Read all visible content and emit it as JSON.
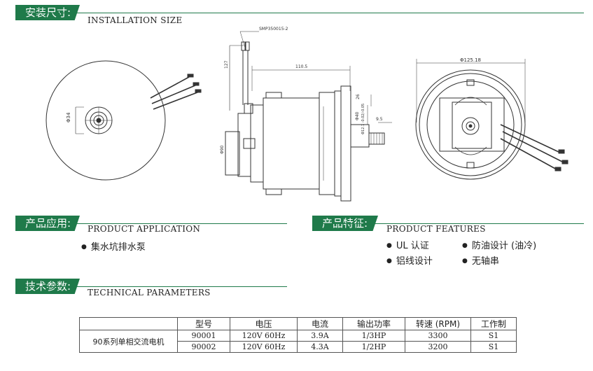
{
  "sections": {
    "installation": {
      "cn": "安装尺寸:",
      "en": "INSTALLATION SIZE"
    },
    "application": {
      "cn": "产品应用:",
      "en": "PRODUCT APPLICATION",
      "items": [
        "集水坑排水泵"
      ]
    },
    "features": {
      "cn": "产品特征:",
      "en": "PRODUCT FEATURES",
      "items": [
        "UL 认证",
        "防油设计 (油冷)",
        "铝线设计",
        "无轴串"
      ]
    },
    "technical": {
      "cn": "技术参数:",
      "en": "TECHNICAL PARAMETERS"
    }
  },
  "drawing": {
    "front_dim": "Φ34",
    "side_part": "SMP350015-2",
    "dim_length": "110.5",
    "dim_height": "127",
    "dim_26": "26",
    "dim_40": "Φ40",
    "dim_shaft": "Φ12.7 -0.02/-0.05",
    "dim_95": "9.5",
    "dim_90": "Φ90",
    "rear_dim": "Φ125.18"
  },
  "table": {
    "headers": [
      "型号",
      "电压",
      "电流",
      "输出功率",
      "转速 (RPM)",
      "工作制"
    ],
    "series_label": "90系列单相交流电机",
    "rows": [
      [
        "90001",
        "120V 60Hz",
        "3.9A",
        "1/3HP",
        "3300",
        "S1"
      ],
      [
        "90002",
        "120V 60Hz",
        "4.3A",
        "1/2HP",
        "3200",
        "S1"
      ]
    ]
  }
}
